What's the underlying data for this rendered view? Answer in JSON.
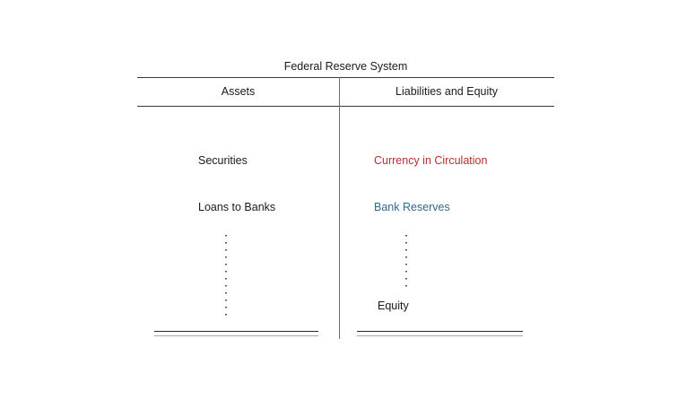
{
  "diagram": {
    "title": "Federal Reserve System",
    "type": "t-account-balance-sheet",
    "columns": {
      "assets": {
        "header": "Assets",
        "entries": [
          {
            "label": "Securities",
            "color": "#1a1a1a"
          },
          {
            "label": "Loans to Banks",
            "color": "#1a1a1a"
          }
        ],
        "continuation": "vertical-dotted-ellipsis",
        "total_rule": "double"
      },
      "liabilities": {
        "header": "Liabilities and Equity",
        "entries": [
          {
            "label": "Currency in Circulation",
            "color": "#b5302e"
          },
          {
            "label": "Bank Reserves",
            "color": "#2e6a8e"
          },
          {
            "label": "Equity",
            "color": "#1a1a1a"
          }
        ],
        "continuation": "vertical-dotted-ellipsis",
        "total_rule": "double"
      }
    },
    "colors": {
      "background": "#ffffff",
      "text": "#1a1a1a",
      "rule": "#3a3a3a",
      "divider": "#6e6e6e",
      "currency_red": "#b5302e",
      "reserves_blue": "#2e6a8e",
      "total_rule_dark": "#2b2b2b",
      "total_rule_light": "#a9a9a9",
      "dots": "#555555"
    }
  }
}
